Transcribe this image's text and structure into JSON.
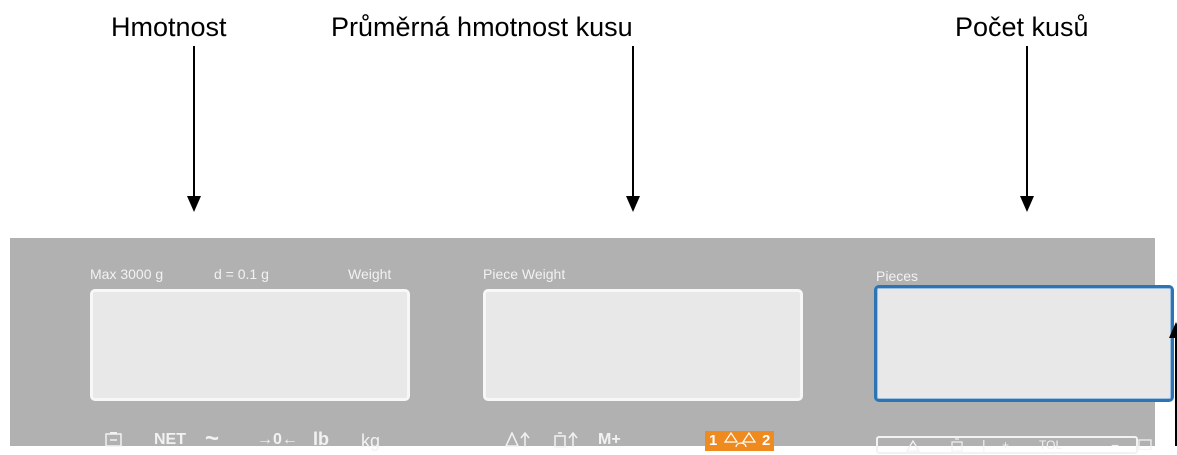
{
  "callouts": {
    "weight": "Hmotnost",
    "piece_weight": "Průměrná hmotnost kusu",
    "pieces": "Počet kusů"
  },
  "panel": {
    "max": "Max 3000 g",
    "d": "d = 0.1 g",
    "weight_label": "Weight",
    "piece_weight_label": "Piece Weight",
    "pieces_label": "Pieces",
    "indicators_left": {
      "net": "NET",
      "stable": "~",
      "zero": "→0←",
      "lb": "lb",
      "kg": "kg"
    },
    "indicators_mid": {
      "m_plus": "M+"
    },
    "mode": {
      "one": "1",
      "two": "2"
    },
    "bar": {
      "plus": "+",
      "tol": "TOL",
      "minus": "−"
    }
  },
  "colors": {
    "panel": "#b1b1b1",
    "display": "#e8e8e8",
    "active_border": "#2d74b5",
    "mode_button": "#ef8a1f"
  }
}
